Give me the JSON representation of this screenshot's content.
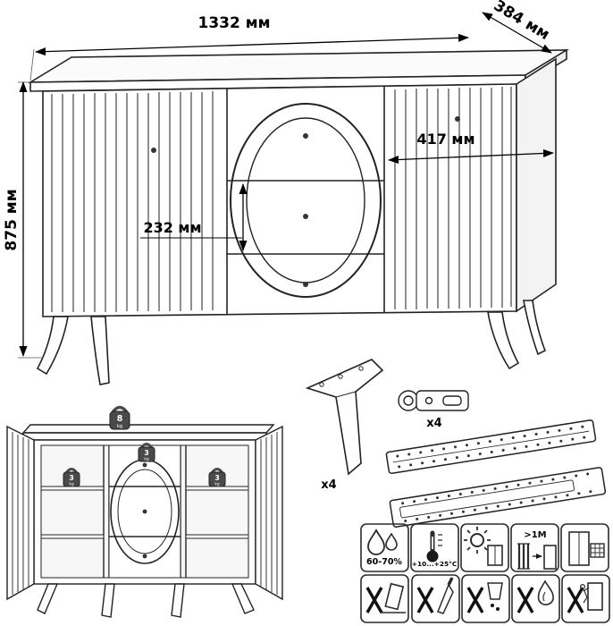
{
  "dimensions": {
    "width": "1332 мм",
    "depth": "384 мм",
    "height": "875 мм",
    "section_width": "417 мм",
    "drawer_height": "232 мм"
  },
  "hardware": {
    "leg_qty": "x4",
    "hinge_qty": "x4"
  },
  "loads": {
    "top_value": "8",
    "top_unit": "kg",
    "shelf_left_value": "3",
    "shelf_left_unit": "kg",
    "drawer_value": "3",
    "drawer_unit": "kg",
    "shelf_right_value": "3",
    "shelf_right_unit": "kg"
  },
  "care": {
    "humidity_range": "60-70%",
    "temperature_range": "+10...+25°C",
    "heat_distance": ">1M"
  }
}
